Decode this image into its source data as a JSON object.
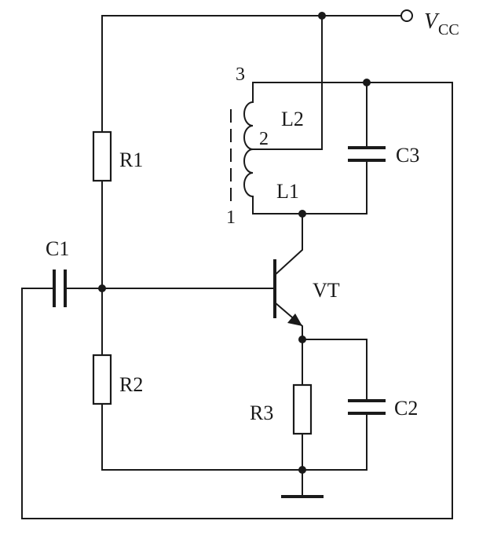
{
  "labels": {
    "vcc": "V",
    "vcc_sub": "CC",
    "r1": "R1",
    "r2": "R2",
    "r3": "R3",
    "c1": "C1",
    "c2": "C2",
    "c3": "C3",
    "l1": "L1",
    "l2": "L2",
    "vt": "VT",
    "pin1": "1",
    "pin2": "2",
    "pin3": "3"
  }
}
